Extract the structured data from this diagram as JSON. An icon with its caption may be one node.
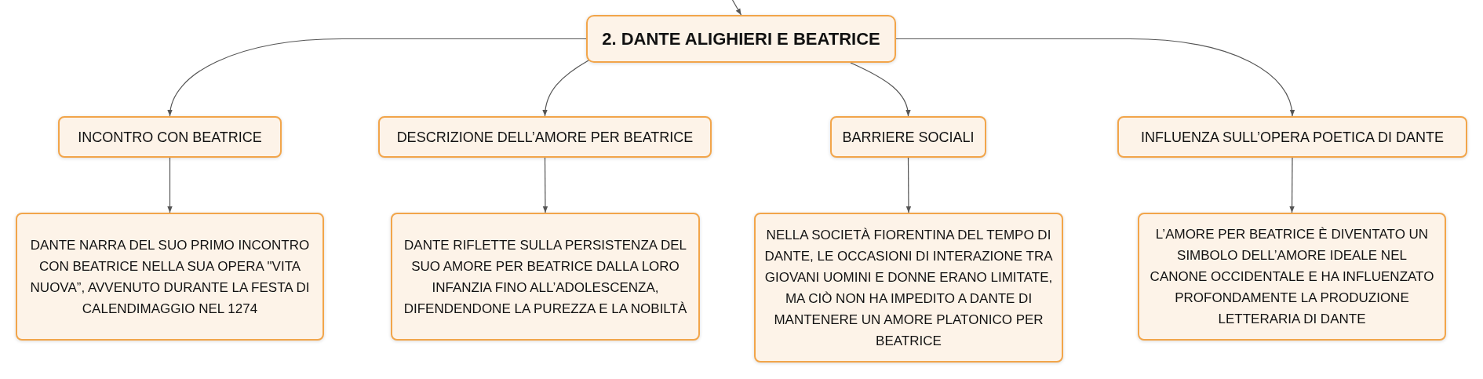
{
  "diagram": {
    "nodes": [
      {
        "text": [
          "2. DANTE ALIGHIERI E BEATRICE"
        ]
      },
      {
        "text": [
          "INCONTRO CON BEATRICE"
        ]
      },
      {
        "text": [
          "DESCRIZIONE DELL’AMORE PER BEATRICE"
        ]
      },
      {
        "text": [
          "BARRIERE SOCIALI"
        ]
      },
      {
        "text": [
          "INFLUENZA SULL’OPERA POETICA DI DANTE"
        ]
      },
      {
        "text": [
          "DANTE NARRA DEL SUO PRIMO INCONTRO CON BEATRICE NELLA SUA OPERA \"VITA NUOVA”, AVVENUTO DURANTE LA FESTA DI CALENDIMAGGIO NEL 1274"
        ]
      },
      {
        "text": [
          "DANTE RIFLETTE SULLA PERSISTENZA DEL SUO AMORE PER BEATRICE DALLA LORO INFANZIA FINO ALL’ADOLESCENZA, DIFENDENDONE LA PUREZZA E LA NOBILTÀ"
        ]
      },
      {
        "text": [
          "NELLA SOCIETÀ FIORENTINA DEL TEMPO DI DANTE, LE OCCASIONI DI INTERAZIONE TRA GIOVANI UOMINI E DONNE ERANO LIMITATE, MA CIÒ NON HA IMPEDITO A DANTE DI MANTENERE UN AMORE PLATONICO PER BEATRICE"
        ]
      },
      {
        "text": [
          "L’AMORE PER BEATRICE È DIVENTATO UN SIMBOLO DELL’AMORE IDEALE NEL CANONE OCCIDENTALE E HA INFLUENZATO PROFONDAMENTE LA PRODUZIONE LETTERARIA DI DANTE"
        ]
      }
    ],
    "edges": [
      {
        "from": null,
        "to": 0,
        "arrow": "to"
      },
      {
        "from": 0,
        "to": 1,
        "arrow": "to"
      },
      {
        "from": 0,
        "to": 2,
        "arrow": "to"
      },
      {
        "from": 0,
        "to": 3,
        "arrow": "to"
      },
      {
        "from": 0,
        "to": 4,
        "arrow": "to"
      },
      {
        "from": 1,
        "to": 5,
        "arrow": "to"
      },
      {
        "from": 2,
        "to": 6,
        "arrow": "to"
      },
      {
        "from": 3,
        "to": 7,
        "arrow": "to"
      },
      {
        "from": 4,
        "to": 8,
        "arrow": "to"
      }
    ]
  }
}
